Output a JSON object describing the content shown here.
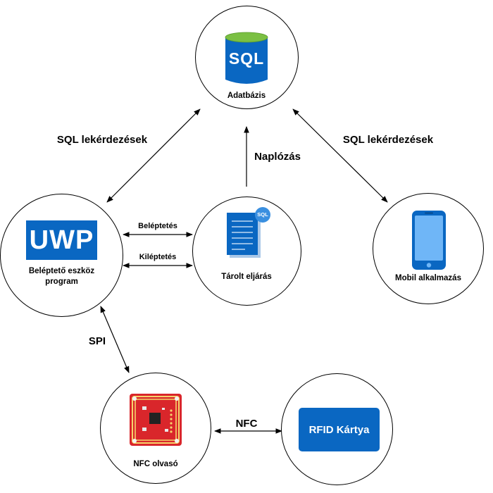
{
  "nodes": {
    "database": {
      "label": "Adatbázis",
      "icon_text": "SQL",
      "icon": "sql-database-icon"
    },
    "uwp": {
      "label": "Beléptető eszköz program",
      "label_line1": "Beléptető eszköz",
      "label_line2": "program",
      "logo_text": "UWP"
    },
    "stored_procedure": {
      "label": "Tárolt eljárás",
      "icon_badge": "SQL",
      "icon": "document-icon"
    },
    "mobile": {
      "label": "Mobil alkalmazás",
      "icon": "smartphone-icon"
    },
    "nfc_reader": {
      "label": "NFC olvasó",
      "icon": "nfc-board-icon"
    },
    "rfid": {
      "label": "RFID Kártya",
      "card_text": "RFID Kártya"
    }
  },
  "edges": {
    "uwp_db": "SQL lekérdezések",
    "mobile_db": "SQL lekérdezések",
    "proc_db": "Naplózás",
    "login": "Beléptetés",
    "logout": "Kiléptetés",
    "spi": "SPI",
    "nfc": "NFC"
  },
  "colors": {
    "primary_blue": "#0a67c2",
    "db_top": "#7bc043",
    "board_red": "#d9262b",
    "border": "#000000"
  }
}
